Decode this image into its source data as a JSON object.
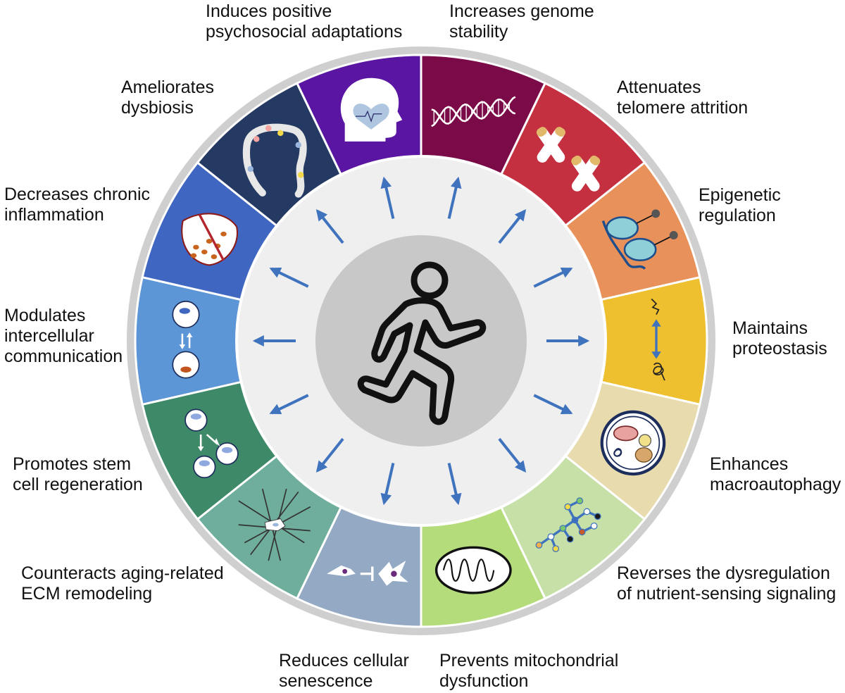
{
  "center": {
    "icon": "running-person-icon"
  },
  "segments": [
    {
      "id": "genome",
      "color": "#7b0a48",
      "icon": "dna-helix-icon",
      "label_lines": [
        "Increases genome",
        "stability"
      ]
    },
    {
      "id": "telomere",
      "color": "#c4303f",
      "icon": "chromosome-icon",
      "label_lines": [
        "Attenuates",
        "telomere attrition"
      ]
    },
    {
      "id": "epigenetic",
      "color": "#e8915a",
      "icon": "nucleosome-icon",
      "label_lines": [
        "Epigenetic",
        "regulation"
      ]
    },
    {
      "id": "proteostasis",
      "color": "#eebf2e",
      "icon": "protein-folding-icon",
      "label_lines": [
        "Maintains",
        "proteostasis"
      ]
    },
    {
      "id": "autophagy",
      "color": "#e8dcae",
      "icon": "autophagosome-icon",
      "label_lines": [
        "Enhances",
        "macroautophagy"
      ]
    },
    {
      "id": "nutrient",
      "color": "#c6e0a8",
      "icon": "signaling-network-icon",
      "label_lines": [
        "Reverses the dysregulation",
        "of nutrient-sensing signaling"
      ]
    },
    {
      "id": "mitochondria",
      "color": "#b5dc7a",
      "icon": "mitochondrion-icon",
      "label_lines": [
        "Prevents mitochondrial",
        "dysfunction"
      ]
    },
    {
      "id": "senescence",
      "color": "#94a9c4",
      "icon": "senescent-cell-icon",
      "label_lines": [
        "Reduces cellular",
        "senescence"
      ]
    },
    {
      "id": "ecm",
      "color": "#6fae9c",
      "icon": "ecm-fibers-icon",
      "label_lines": [
        "Counteracts aging-related",
        "ECM remodeling"
      ]
    },
    {
      "id": "stem",
      "color": "#3e8a68",
      "icon": "stem-cell-division-icon",
      "label_lines": [
        "Promotes stem",
        "cell regeneration"
      ]
    },
    {
      "id": "communication",
      "color": "#5d96d6",
      "icon": "cell-exchange-icon",
      "label_lines": [
        "Modulates",
        "intercellular",
        "communication"
      ]
    },
    {
      "id": "inflammation",
      "color": "#3f67c1",
      "icon": "inflamed-tissue-icon",
      "label_lines": [
        "Decreases chronic",
        "inflammation"
      ]
    },
    {
      "id": "dysbiosis",
      "color": "#253a63",
      "icon": "intestine-microbiota-icon",
      "label_lines": [
        "Ameliorates",
        "dysbiosis"
      ]
    },
    {
      "id": "psychosocial",
      "color": "#5a16a2",
      "icon": "head-heart-icon",
      "label_lines": [
        "Induces positive",
        "psychosocial adaptations"
      ]
    }
  ]
}
